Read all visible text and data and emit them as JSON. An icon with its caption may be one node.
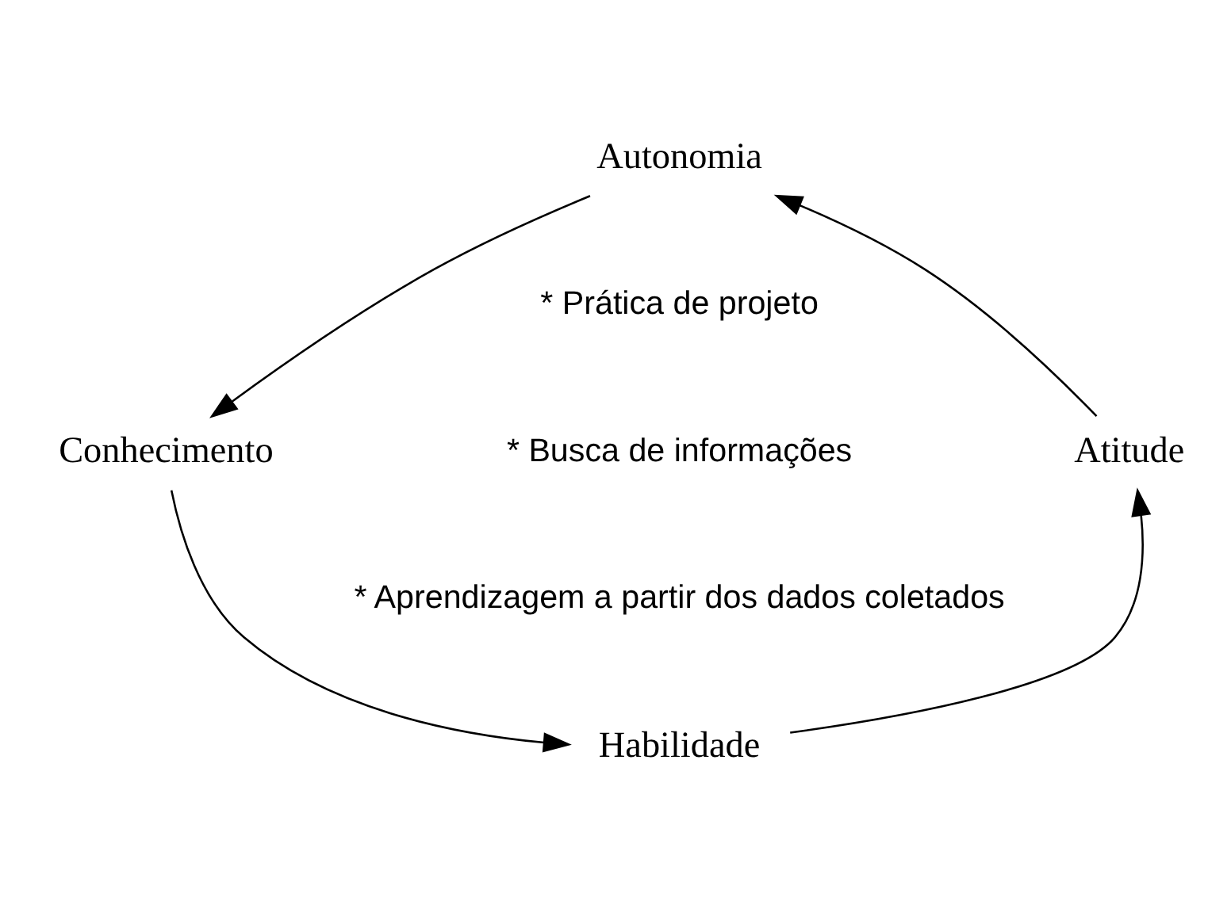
{
  "diagram": {
    "nodes": [
      {
        "text": [
          "Autonomia"
        ]
      },
      {
        "text": [
          "Conhecimento"
        ]
      },
      {
        "text": [
          "Habilidade"
        ]
      },
      {
        "text": [
          "Atitude"
        ]
      }
    ],
    "edges": [
      {
        "from": 0,
        "to": 1,
        "arrow": "to"
      },
      {
        "from": 1,
        "to": 2,
        "arrow": "to"
      },
      {
        "from": 2,
        "to": 3,
        "arrow": "to"
      },
      {
        "from": 3,
        "to": 0,
        "arrow": "to"
      }
    ],
    "labels": [
      "* Prática de projeto",
      "* Busca de informações",
      "* Aprendizagem a partir dos dados coletados"
    ]
  }
}
